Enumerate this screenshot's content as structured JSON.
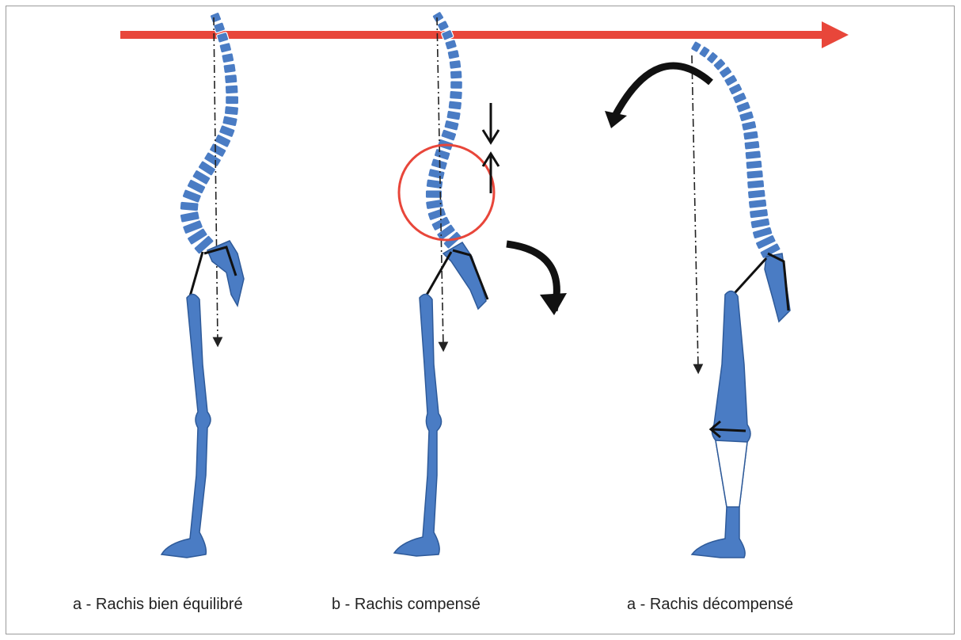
{
  "figure": {
    "captions": [
      "a - Rachis bien équilibré",
      "b - Rachis compensé",
      "a - Rachis décompensé"
    ],
    "colors": {
      "bone": "#4a7cc4",
      "horizontal_arrow": "#e8463a",
      "circle": "#e8463a",
      "ink": "#111111"
    }
  }
}
